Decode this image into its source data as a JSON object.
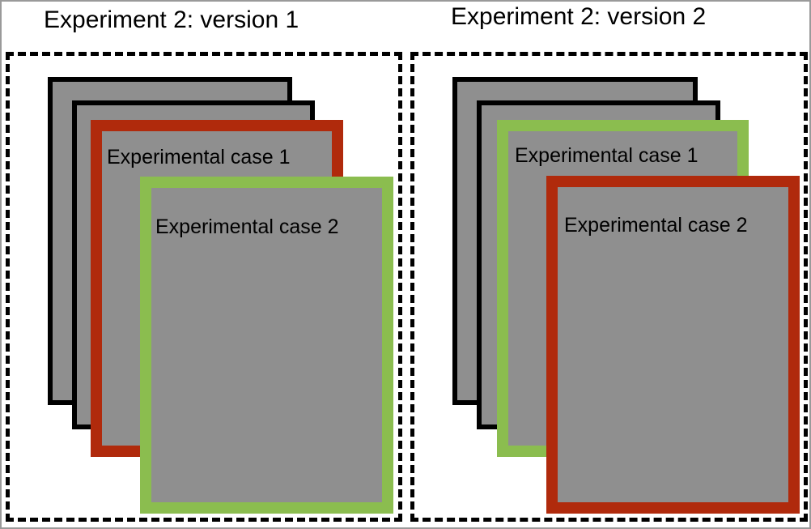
{
  "colors": {
    "card_fill": "#8f8f8f",
    "black_border": "#000000",
    "red_border": "#b02a0c",
    "green_border": "#8bbd4f",
    "frame_border": "#9a9a9a"
  },
  "versions": [
    {
      "title": "Experiment 2: version 1",
      "case1_label": "Experimental case 1",
      "case2_label": "Experimental case 2",
      "case1_border": "red",
      "case2_border": "green"
    },
    {
      "title": "Experiment 2: version 2",
      "case1_label": "Experimental case 1",
      "case2_label": "Experimental case 2",
      "case1_border": "green",
      "case2_border": "red"
    }
  ]
}
